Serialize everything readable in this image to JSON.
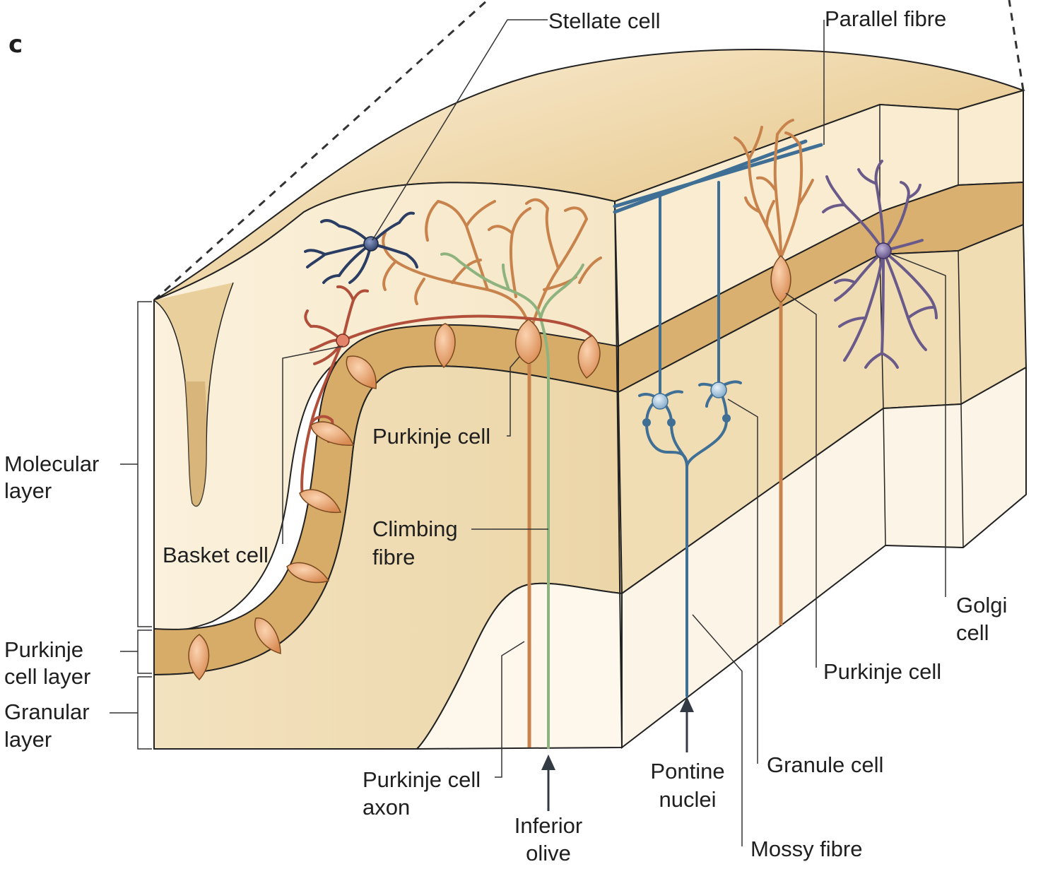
{
  "figure": {
    "panel_letter": "c",
    "labels": {
      "stellate_cell": "Stellate cell",
      "parallel_fibre": "Parallel fibre",
      "molecular_layer_1": "Molecular",
      "molecular_layer_2": "layer",
      "purkinje_layer_1": "Purkinje",
      "purkinje_layer_2": "cell layer",
      "granular_layer_1": "Granular",
      "granular_layer_2": "layer",
      "basket_cell": "Basket cell",
      "purkinje_cell_left": "Purkinje cell",
      "climbing_fibre_1": "Climbing",
      "climbing_fibre_2": "fibre",
      "purkinje_axon_1": "Purkinje cell",
      "purkinje_axon_2": "axon",
      "inferior_olive_1": "Inferior",
      "inferior_olive_2": "olive",
      "pontine_nuclei_1": "Pontine",
      "pontine_nuclei_2": "nuclei",
      "granule_cell": "Granule cell",
      "mossy_fibre": "Mossy fibre",
      "purkinje_cell_right": "Purkinje cell",
      "golgi_cell_1": "Golgi",
      "golgi_cell_2": "cell"
    },
    "colors": {
      "molecular": "#f8ecd2",
      "purkinje_band": "#d9b06f",
      "granular": "#f1dfb8",
      "white_matter": "#fdf6ea",
      "purkinje_neuron": "#d38a52",
      "basket_neuron": "#b5513c",
      "stellate_neuron": "#2b3d63",
      "golgi_neuron": "#6a5a8a",
      "granule_mossy": "#3f6f95",
      "climbing_fibre": "#9ab88a"
    }
  }
}
